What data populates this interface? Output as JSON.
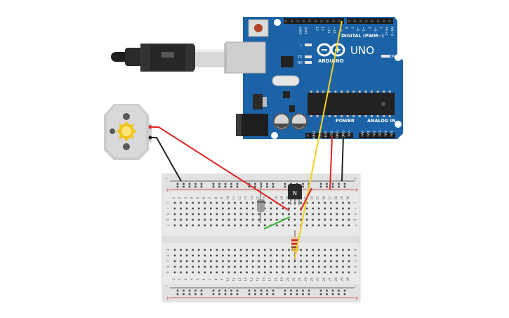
{
  "arduino": {
    "board_name": "UNO",
    "brand": "ARDUINO",
    "digital_label": "DIGITAL (PWM~)",
    "power_label": "POWER",
    "analog_label": "ANALOG IN",
    "on_label": "ON",
    "led_labels": {
      "l": "L",
      "tx": "TX",
      "rx": "RX"
    },
    "top_header_labels": [
      "AREF",
      "GND",
      "13",
      "12",
      "~11",
      "~10",
      "~9",
      "8",
      "7",
      "~6",
      "~5",
      "4",
      "~3",
      "2",
      "TX→1",
      "RX←0"
    ],
    "power_header_labels": [
      "IOREF",
      "RESET",
      "3.3V",
      "5V",
      "GND",
      "GND",
      "Vin"
    ],
    "analog_header_labels": [
      "A0",
      "A1",
      "A2",
      "A3",
      "A4",
      "A5"
    ],
    "board_color": "#1b63a6"
  },
  "transistor": {
    "label": "N"
  },
  "breadboard": {
    "row_letters_top": [
      "j",
      "i",
      "h",
      "g",
      "f"
    ],
    "row_letters_bottom": [
      "e",
      "d",
      "c",
      "b",
      "a"
    ],
    "column_count": 30,
    "rail_plus": "+",
    "rail_minus": "-"
  },
  "wires": {
    "yellow": "#f2d21b",
    "red": "#e02424",
    "black": "#222222",
    "green": "#2db52d"
  }
}
